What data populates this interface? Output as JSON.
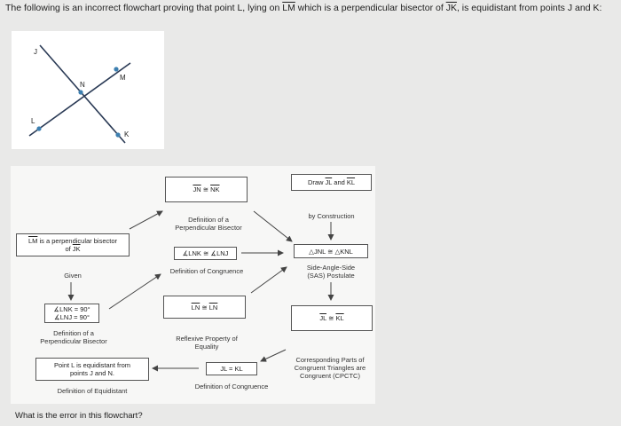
{
  "prompt": {
    "text_before": "The following is an incorrect flowchart proving that point L, lying on ",
    "segment_lm": "LM",
    "text_middle": " which is a perpendicular bisector of ",
    "segment_jk": "JK",
    "text_after": ", is equidistant from points J and K:"
  },
  "figure": {
    "points": {
      "j": "J",
      "m": "M",
      "n": "N",
      "l": "L",
      "k": "K"
    }
  },
  "flowchart": {
    "given_box": {
      "segment": "LM",
      "line1_rest": " is a perpendicular bisector",
      "line2_pre": "of ",
      "line2_seg": "JK"
    },
    "given_label": "Given",
    "jn_nk_box": {
      "left": "JN",
      "sym": " ≅ ",
      "right": "NK"
    },
    "def_perp_bisector_1": [
      "Definition of a",
      "Perpendicular Bisector"
    ],
    "draw_box": {
      "pre": "Draw ",
      "seg1": "JL",
      "mid": " and ",
      "seg2": "KL"
    },
    "by_construction": "by Construction",
    "angles_congruent_box": "∡LNK ≅ ∡LNJ",
    "def_congruence_1": "Definition of Congruence",
    "triangles_box": "△JNL ≅ △KNL",
    "sas_label": [
      "Side-Angle-Side",
      "(SAS) Postulate"
    ],
    "right_angles_box": [
      "∡LNK = 90°",
      "∡LNJ = 90°"
    ],
    "def_perp_bisector_2": [
      "Definition of a",
      "Perpendicular Bisector"
    ],
    "ln_ln_box": {
      "left": "LN",
      "sym": " ≅ ",
      "right": "LN"
    },
    "reflexive_label": [
      "Reflexive Property of",
      "Equality"
    ],
    "jl_kl_cong_box": {
      "left": "JL",
      "sym": " ≅ ",
      "right": "KL"
    },
    "cpctc_label": [
      "Corresponding Parts of",
      "Congruent Triangles are",
      "Congruent (CPCTC)"
    ],
    "jl_kl_eq_box": "JL = KL",
    "def_congruence_2": "Definition of Congruence",
    "equidistant_box": [
      "Point L is equidistant from",
      "points J and N."
    ],
    "def_equidistant": "Definition of Equidistant"
  },
  "question": "What is the error in this flowchart?"
}
